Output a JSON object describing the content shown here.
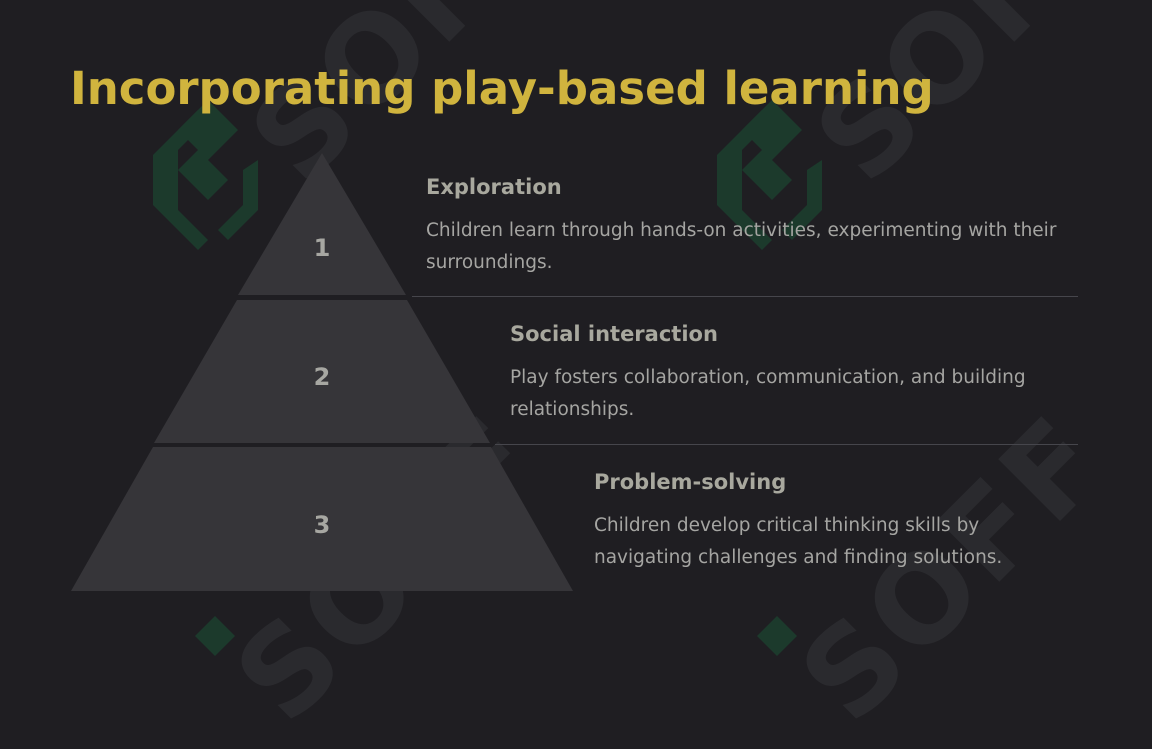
{
  "title": "Incorporating play-based learning",
  "watermark": {
    "text": "SOFF",
    "logo_icon": "soff-logo-icon"
  },
  "colors": {
    "background": "#1f1e22",
    "title": "#d0b43e",
    "pyramid_fill": "#363539",
    "divider": "#46464c",
    "watermark_logo": "#1c3a2c"
  },
  "levels": [
    {
      "number": "1",
      "heading": "Exploration",
      "description": "Children learn through hands-on activities, experimenting with their surroundings."
    },
    {
      "number": "2",
      "heading": "Social interaction",
      "description": "Play fosters collaboration, communication, and building relationships."
    },
    {
      "number": "3",
      "heading": "Problem-solving",
      "description": "Children develop critical thinking skills by navigating challenges and finding solutions."
    }
  ]
}
